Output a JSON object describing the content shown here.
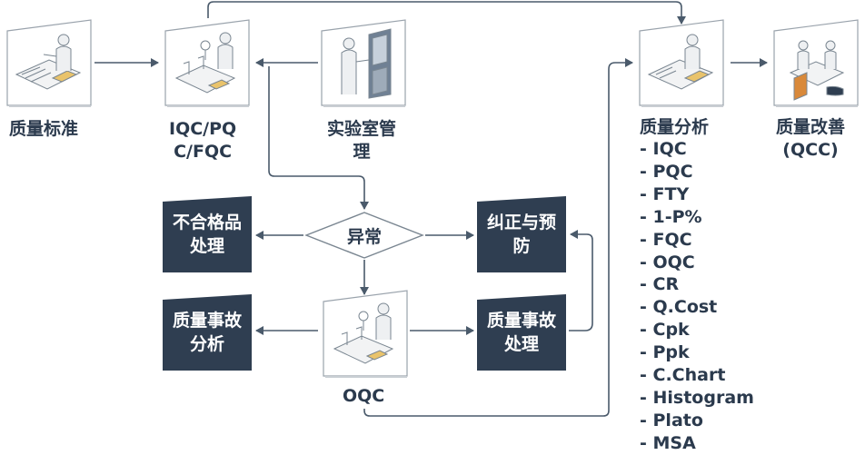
{
  "nodes": {
    "quality_standard": "质量标准",
    "iqc_line1": "IQC/PQ",
    "iqc_line2": "C/FQC",
    "lab_line1": "实验室管",
    "lab_line2": "理",
    "quality_analysis": "质量分析",
    "qcc_line1": "质量改善",
    "qcc_line2": "(QCC)",
    "abnormal": "异常",
    "nonconforming_line1": "不合格品",
    "nonconforming_line2": "处理",
    "correction_line1": "纠正与预",
    "correction_line2": "防",
    "accident_analysis_line1": "质量事故",
    "accident_analysis_line2": "分析",
    "accident_handling_line1": "质量事故",
    "accident_handling_line2": "处理",
    "oqc": "OQC"
  },
  "analysis_items": [
    "- IQC",
    "- PQC",
    "- FTY",
    "- 1-P%",
    "- FQC",
    "- OQC",
    "- CR",
    "- Q.Cost",
    "- Cpk",
    "- Ppk",
    "- C.Chart",
    "- Histogram",
    "- Plato",
    "- MSA"
  ],
  "icons": {
    "quality_standard": "documents-desk-person-icon",
    "iqc": "inspection-bench-icon",
    "lab": "lab-operator-machine-icon",
    "analysis": "analysis-desk-icon",
    "qcc": "team-meeting-icon",
    "oqc": "inspection-bench-icon"
  },
  "colors": {
    "line": "#4a5a6b",
    "dark_box": "#2f3e51",
    "tile_border": "#a8b0b8",
    "text": "#2b3a4d"
  }
}
